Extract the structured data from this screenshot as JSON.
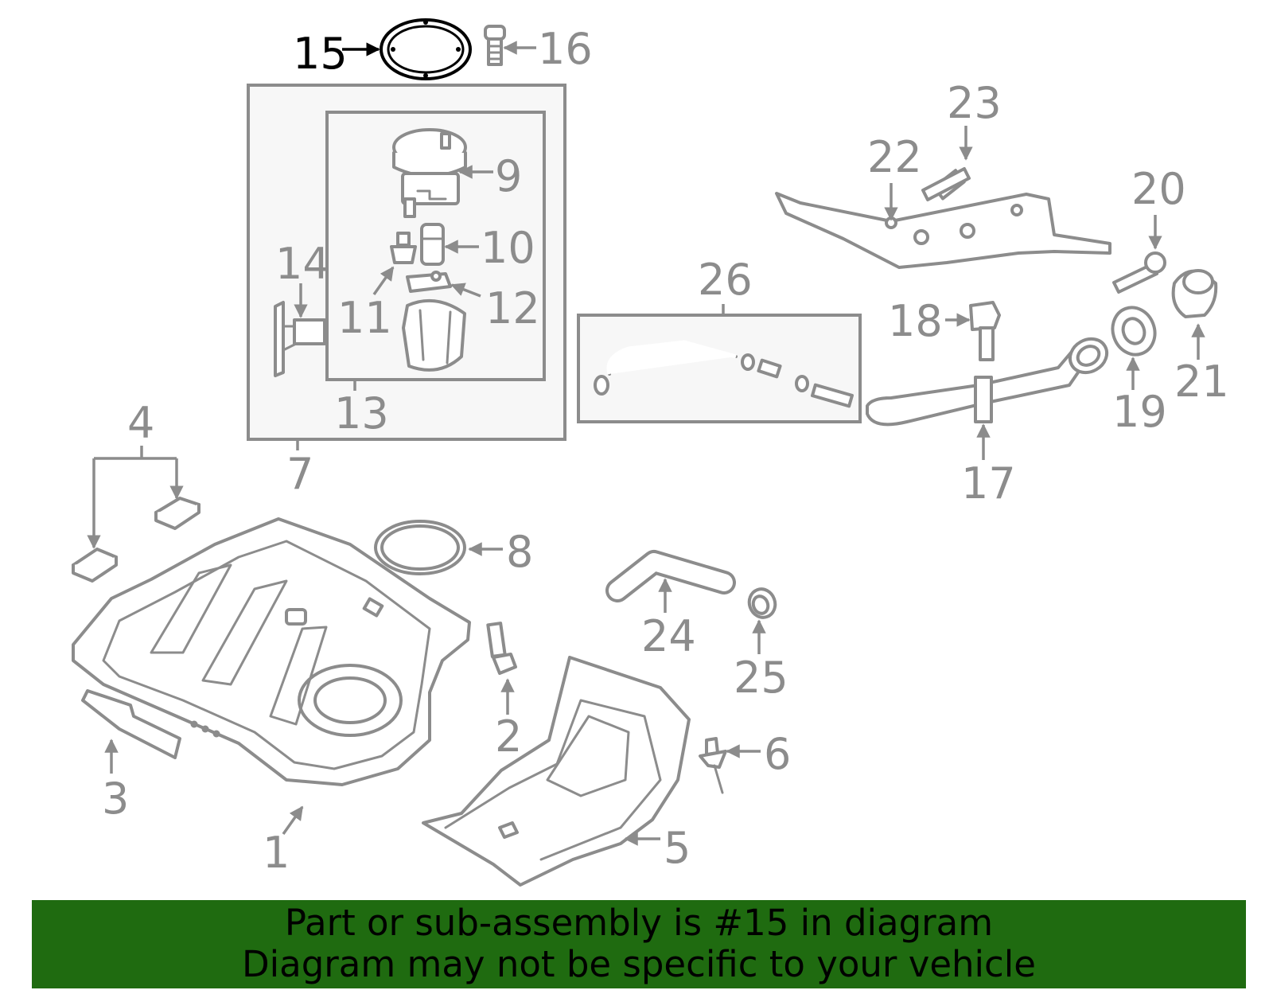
{
  "callouts": {
    "c1": "1",
    "c2": "2",
    "c3": "3",
    "c4": "4",
    "c5": "5",
    "c6": "6",
    "c7": "7",
    "c8": "8",
    "c9": "9",
    "c10": "10",
    "c11": "11",
    "c12": "12",
    "c13": "13",
    "c14": "14",
    "c15": "15",
    "c16": "16",
    "c17": "17",
    "c18": "18",
    "c19": "19",
    "c20": "20",
    "c21": "21",
    "c22": "22",
    "c23": "23",
    "c24": "24",
    "c25": "25",
    "c26": "26"
  },
  "highlighted_part": "15",
  "banner": {
    "line1": "Part or sub-assembly is #15 in diagram",
    "line2": "Diagram may not be specific to your vehicle"
  },
  "colors": {
    "banner_background": "#1f6b10",
    "line_art": "#8c8c8c",
    "highlight": "#000000"
  }
}
